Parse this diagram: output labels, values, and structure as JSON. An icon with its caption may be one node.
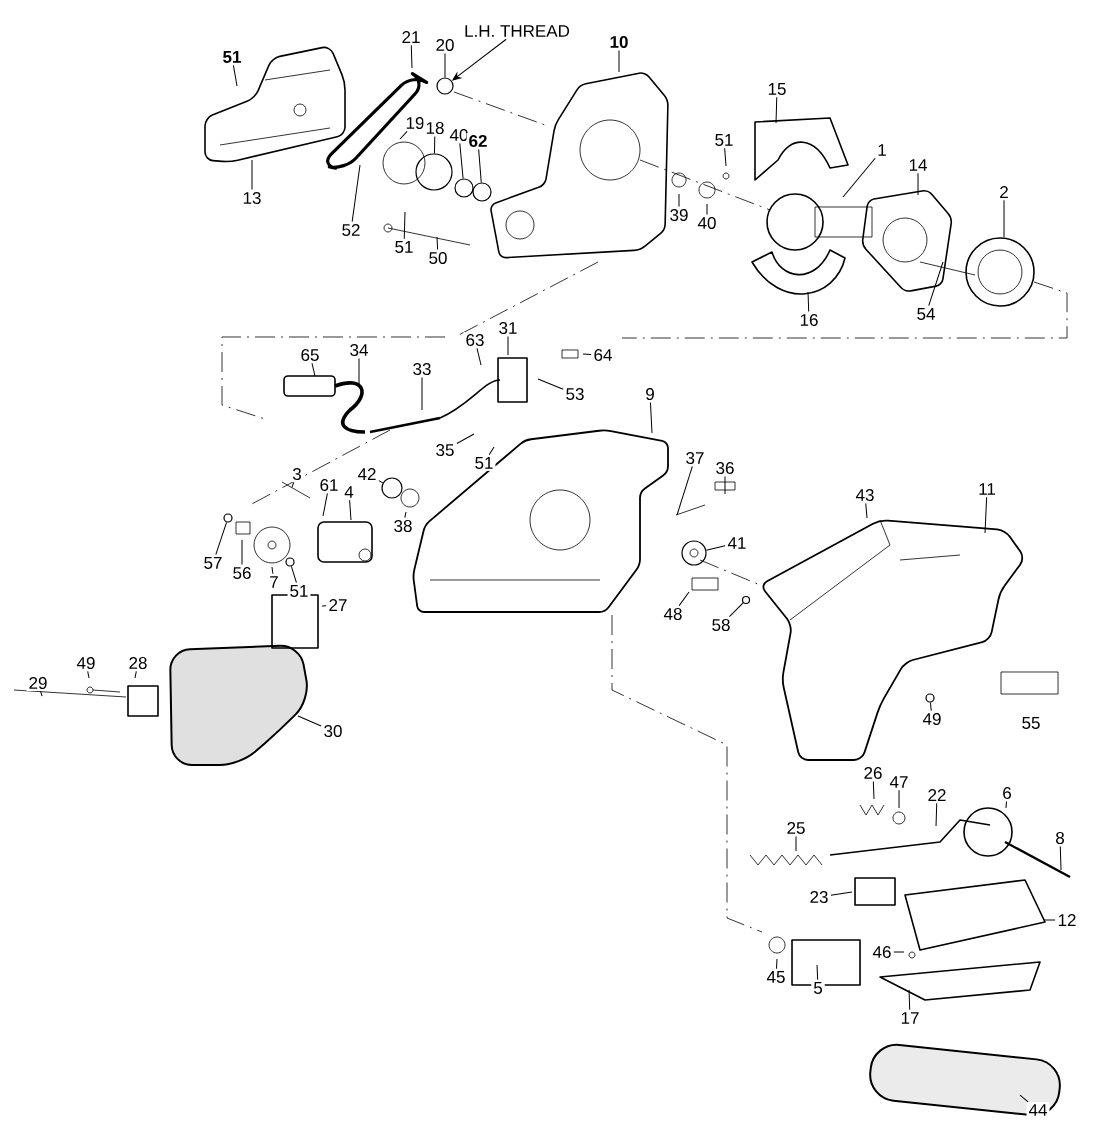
{
  "diagram": {
    "nodes": [
      {
        "text": [
          "51"
        ]
      },
      {
        "text": [
          "21"
        ]
      },
      {
        "text": [
          "20"
        ]
      },
      {
        "text": [
          "L.H. THREAD"
        ]
      },
      {
        "text": [
          "10"
        ]
      },
      {
        "text": [
          "15"
        ]
      },
      {
        "text": [
          "19"
        ]
      },
      {
        "text": [
          "18"
        ]
      },
      {
        "text": [
          "40"
        ]
      },
      {
        "text": [
          "62"
        ]
      },
      {
        "text": [
          "51"
        ]
      },
      {
        "text": [
          "1"
        ]
      },
      {
        "text": [
          "14"
        ]
      },
      {
        "text": [
          "13"
        ]
      },
      {
        "text": [
          "2"
        ]
      },
      {
        "text": [
          "39"
        ]
      },
      {
        "text": [
          "40"
        ]
      },
      {
        "text": [
          "52"
        ]
      },
      {
        "text": [
          "51"
        ]
      },
      {
        "text": [
          "50"
        ]
      },
      {
        "text": [
          "54"
        ]
      },
      {
        "text": [
          "16"
        ]
      },
      {
        "text": [
          "31"
        ]
      },
      {
        "text": [
          "63"
        ]
      },
      {
        "text": [
          "34"
        ]
      },
      {
        "text": [
          "65"
        ]
      },
      {
        "text": [
          "64"
        ]
      },
      {
        "text": [
          "33"
        ]
      },
      {
        "text": [
          "53"
        ]
      },
      {
        "text": [
          "9"
        ]
      },
      {
        "text": [
          "35"
        ]
      },
      {
        "text": [
          "37"
        ]
      },
      {
        "text": [
          "51"
        ]
      },
      {
        "text": [
          "36"
        ]
      },
      {
        "text": [
          "3"
        ]
      },
      {
        "text": [
          "42"
        ]
      },
      {
        "text": [
          "61"
        ]
      },
      {
        "text": [
          "11"
        ]
      },
      {
        "text": [
          "4"
        ]
      },
      {
        "text": [
          "43"
        ]
      },
      {
        "text": [
          "38"
        ]
      },
      {
        "text": [
          "41"
        ]
      },
      {
        "text": [
          "57"
        ]
      },
      {
        "text": [
          "56"
        ]
      },
      {
        "text": [
          "7"
        ]
      },
      {
        "text": [
          "51"
        ]
      },
      {
        "text": [
          "27"
        ]
      },
      {
        "text": [
          "48"
        ]
      },
      {
        "text": [
          "58"
        ]
      },
      {
        "text": [
          "49"
        ]
      },
      {
        "text": [
          "28"
        ]
      },
      {
        "text": [
          "29"
        ]
      },
      {
        "text": [
          "49"
        ]
      },
      {
        "text": [
          "30"
        ]
      },
      {
        "text": [
          "26"
        ]
      },
      {
        "text": [
          "47"
        ]
      },
      {
        "text": [
          "6"
        ]
      },
      {
        "text": [
          "22"
        ]
      },
      {
        "text": [
          "25"
        ]
      },
      {
        "text": [
          "8"
        ]
      },
      {
        "text": [
          "23"
        ]
      },
      {
        "text": [
          "12"
        ]
      },
      {
        "text": [
          "46"
        ]
      },
      {
        "text": [
          "45"
        ]
      },
      {
        "text": [
          "5"
        ]
      },
      {
        "text": [
          "17"
        ]
      },
      {
        "text": [
          "44"
        ]
      },
      {
        "text": [],
        "shape": "circle"
      },
      {
        "text": [],
        "shape": "circle"
      },
      {
        "text": [],
        "shape": "circle"
      },
      {
        "text": [],
        "shape": "circle"
      },
      {
        "text": [],
        "shape": "circle"
      },
      {
        "text": [],
        "shape": "circle"
      },
      {
        "text": [],
        "shape": "circle"
      },
      {
        "text": [],
        "shape": "circle"
      },
      {
        "text": [],
        "shape": "circle"
      },
      {
        "text": [],
        "shape": "circle"
      }
    ],
    "edges": [
      {
        "from": 0,
        "to": null,
        "arrow": "none"
      },
      {
        "from": 1,
        "to": null,
        "arrow": "none"
      },
      {
        "from": 2,
        "to": 67,
        "arrow": "none"
      },
      {
        "from": 3,
        "to": 67,
        "arrow": "to"
      },
      {
        "from": 4,
        "to": null,
        "arrow": "none"
      },
      {
        "from": 5,
        "to": null,
        "arrow": "none"
      },
      {
        "from": 6,
        "to": null,
        "arrow": "none"
      },
      {
        "from": 7,
        "to": 68,
        "arrow": "none"
      },
      {
        "from": 8,
        "to": 74,
        "arrow": "none"
      },
      {
        "from": 9,
        "to": 75,
        "arrow": "none"
      },
      {
        "from": 10,
        "to": null,
        "arrow": "none"
      },
      {
        "from": 11,
        "to": null,
        "arrow": "none"
      },
      {
        "from": 12,
        "to": null,
        "arrow": "none"
      },
      {
        "from": 13,
        "to": null,
        "arrow": "none"
      },
      {
        "from": 14,
        "to": null,
        "arrow": "none"
      },
      {
        "from": 15,
        "to": null,
        "arrow": "none"
      },
      {
        "from": 16,
        "to": null,
        "arrow": "none"
      },
      {
        "from": 17,
        "to": null,
        "arrow": "none"
      },
      {
        "from": 18,
        "to": null,
        "arrow": "none"
      },
      {
        "from": 19,
        "to": null,
        "arrow": "none"
      },
      {
        "from": 20,
        "to": null,
        "arrow": "none"
      },
      {
        "from": 21,
        "to": null,
        "arrow": "none"
      },
      {
        "from": 22,
        "to": null,
        "arrow": "none"
      },
      {
        "from": 23,
        "to": null,
        "arrow": "none"
      },
      {
        "from": 24,
        "to": null,
        "arrow": "none"
      },
      {
        "from": 25,
        "to": null,
        "arrow": "none"
      },
      {
        "from": 26,
        "to": null,
        "arrow": "none"
      },
      {
        "from": 27,
        "to": null,
        "arrow": "none"
      },
      {
        "from": 28,
        "to": null,
        "arrow": "none"
      },
      {
        "from": 29,
        "to": null,
        "arrow": "none"
      },
      {
        "from": 30,
        "to": null,
        "arrow": "none"
      },
      {
        "from": 31,
        "to": null,
        "arrow": "none"
      },
      {
        "from": 32,
        "to": null,
        "arrow": "none"
      },
      {
        "from": 33,
        "to": null,
        "arrow": "none"
      },
      {
        "from": 34,
        "to": null,
        "arrow": "none"
      },
      {
        "from": 35,
        "to": 69,
        "arrow": "none"
      },
      {
        "from": 36,
        "to": null,
        "arrow": "none"
      },
      {
        "from": 37,
        "to": null,
        "arrow": "none"
      },
      {
        "from": 38,
        "to": null,
        "arrow": "none"
      },
      {
        "from": 39,
        "to": null,
        "arrow": "none"
      },
      {
        "from": 40,
        "to": null,
        "arrow": "none"
      },
      {
        "from": 41,
        "to": 71,
        "arrow": "none"
      },
      {
        "from": 42,
        "to": 70,
        "arrow": "none"
      },
      {
        "from": 43,
        "to": null,
        "arrow": "none"
      },
      {
        "from": 44,
        "to": null,
        "arrow": "none"
      },
      {
        "from": 45,
        "to": 72,
        "arrow": "none"
      },
      {
        "from": 46,
        "to": null,
        "arrow": "none"
      },
      {
        "from": 47,
        "to": null,
        "arrow": "none"
      },
      {
        "from": 48,
        "to": 76,
        "arrow": "none"
      },
      {
        "from": 49,
        "to": null,
        "arrow": "none"
      },
      {
        "from": 50,
        "to": null,
        "arrow": "none"
      },
      {
        "from": 51,
        "to": null,
        "arrow": "none"
      },
      {
        "from": 52,
        "to": 73,
        "arrow": "none"
      },
      {
        "from": 53,
        "to": null,
        "arrow": "none"
      },
      {
        "from": 54,
        "to": null,
        "arrow": "none"
      },
      {
        "from": 55,
        "to": null,
        "arrow": "none"
      },
      {
        "from": 56,
        "to": null,
        "arrow": "none"
      },
      {
        "from": 57,
        "to": null,
        "arrow": "none"
      },
      {
        "from": 58,
        "to": null,
        "arrow": "none"
      },
      {
        "from": 59,
        "to": null,
        "arrow": "none"
      },
      {
        "from": 60,
        "to": null,
        "arrow": "none"
      },
      {
        "from": 61,
        "to": null,
        "arrow": "none"
      },
      {
        "from": 62,
        "to": null,
        "arrow": "none"
      },
      {
        "from": 63,
        "to": null,
        "arrow": "none"
      },
      {
        "from": 64,
        "to": null,
        "arrow": "none"
      },
      {
        "from": 65,
        "to": null,
        "arrow": "none"
      },
      {
        "from": 66,
        "to": null,
        "arrow": "none"
      }
    ],
    "labels": [
      "55"
    ]
  }
}
